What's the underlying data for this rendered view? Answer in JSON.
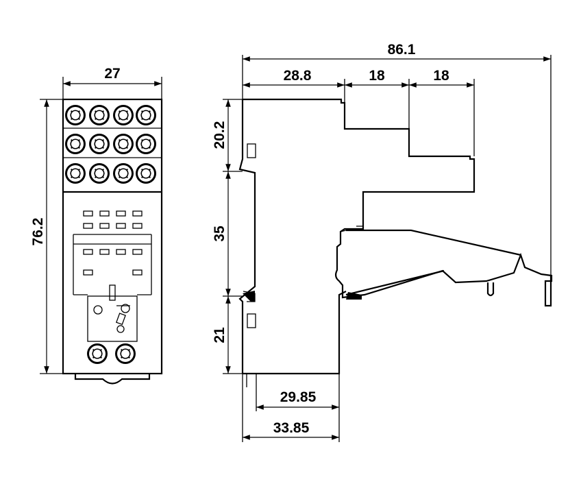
{
  "dimensions": {
    "front_width": "27",
    "front_height": "76.2",
    "overall_length": "86.1",
    "segment_a": "28.8",
    "segment_b": "18",
    "segment_c": "18",
    "upper_height": "20.2",
    "middle_height": "35",
    "lower_height": "21",
    "base_inner": "29.85",
    "base_outer": "33.85"
  },
  "layout": {
    "terminal_rows": 3,
    "terminals_per_row": 4,
    "bottom_terminals": 2
  }
}
